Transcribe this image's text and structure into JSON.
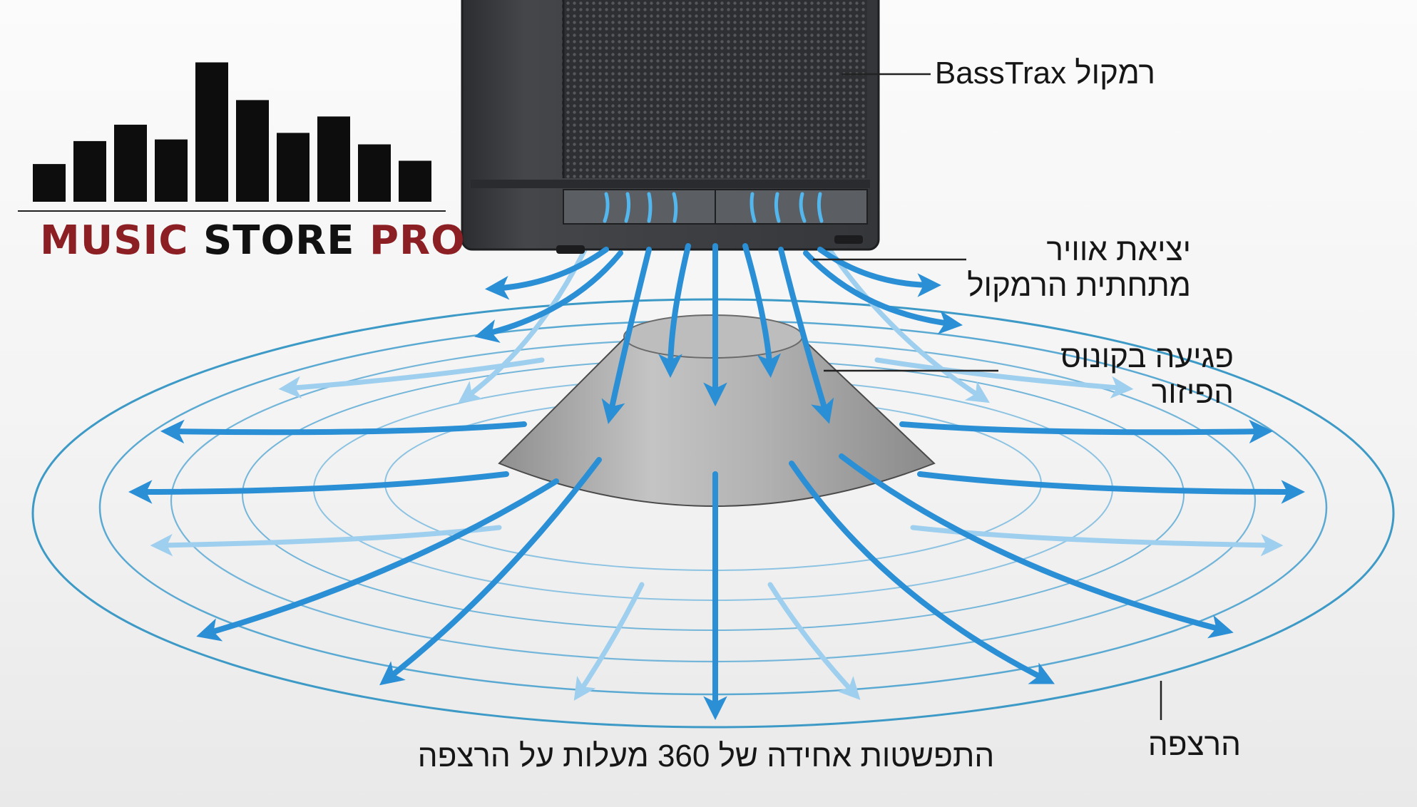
{
  "logo": {
    "word_music": "MUSIC",
    "word_store": "STORE",
    "word_pro": "PRO",
    "bar_levels": [
      0.23,
      0.37,
      0.47,
      0.38,
      0.85,
      0.62,
      0.42,
      0.52,
      0.35,
      0.25
    ],
    "accent_color": "#8c1f23"
  },
  "labels": {
    "speaker": "רמקול BassTrax",
    "air_line1": "יציאת אוויר",
    "air_line2": "מתחתית הרמקול",
    "cone_line1": "פגיעה בקונוס",
    "cone_line2": "הפיזור",
    "floor": "הרצפה",
    "spread": "התפשטות אחידה של 360 מעלות על הרצפה"
  },
  "colors": {
    "arrow": "#2a8fd4",
    "arrow_light": "#9fcfee",
    "ring": "#3d9ac6",
    "speaker_body": "#3c3d40",
    "cone": "#a9a9a9"
  },
  "icons": [
    "speaker-icon",
    "diffuser-cone-icon",
    "airflow-arrow-icon",
    "logo-bars-icon"
  ]
}
